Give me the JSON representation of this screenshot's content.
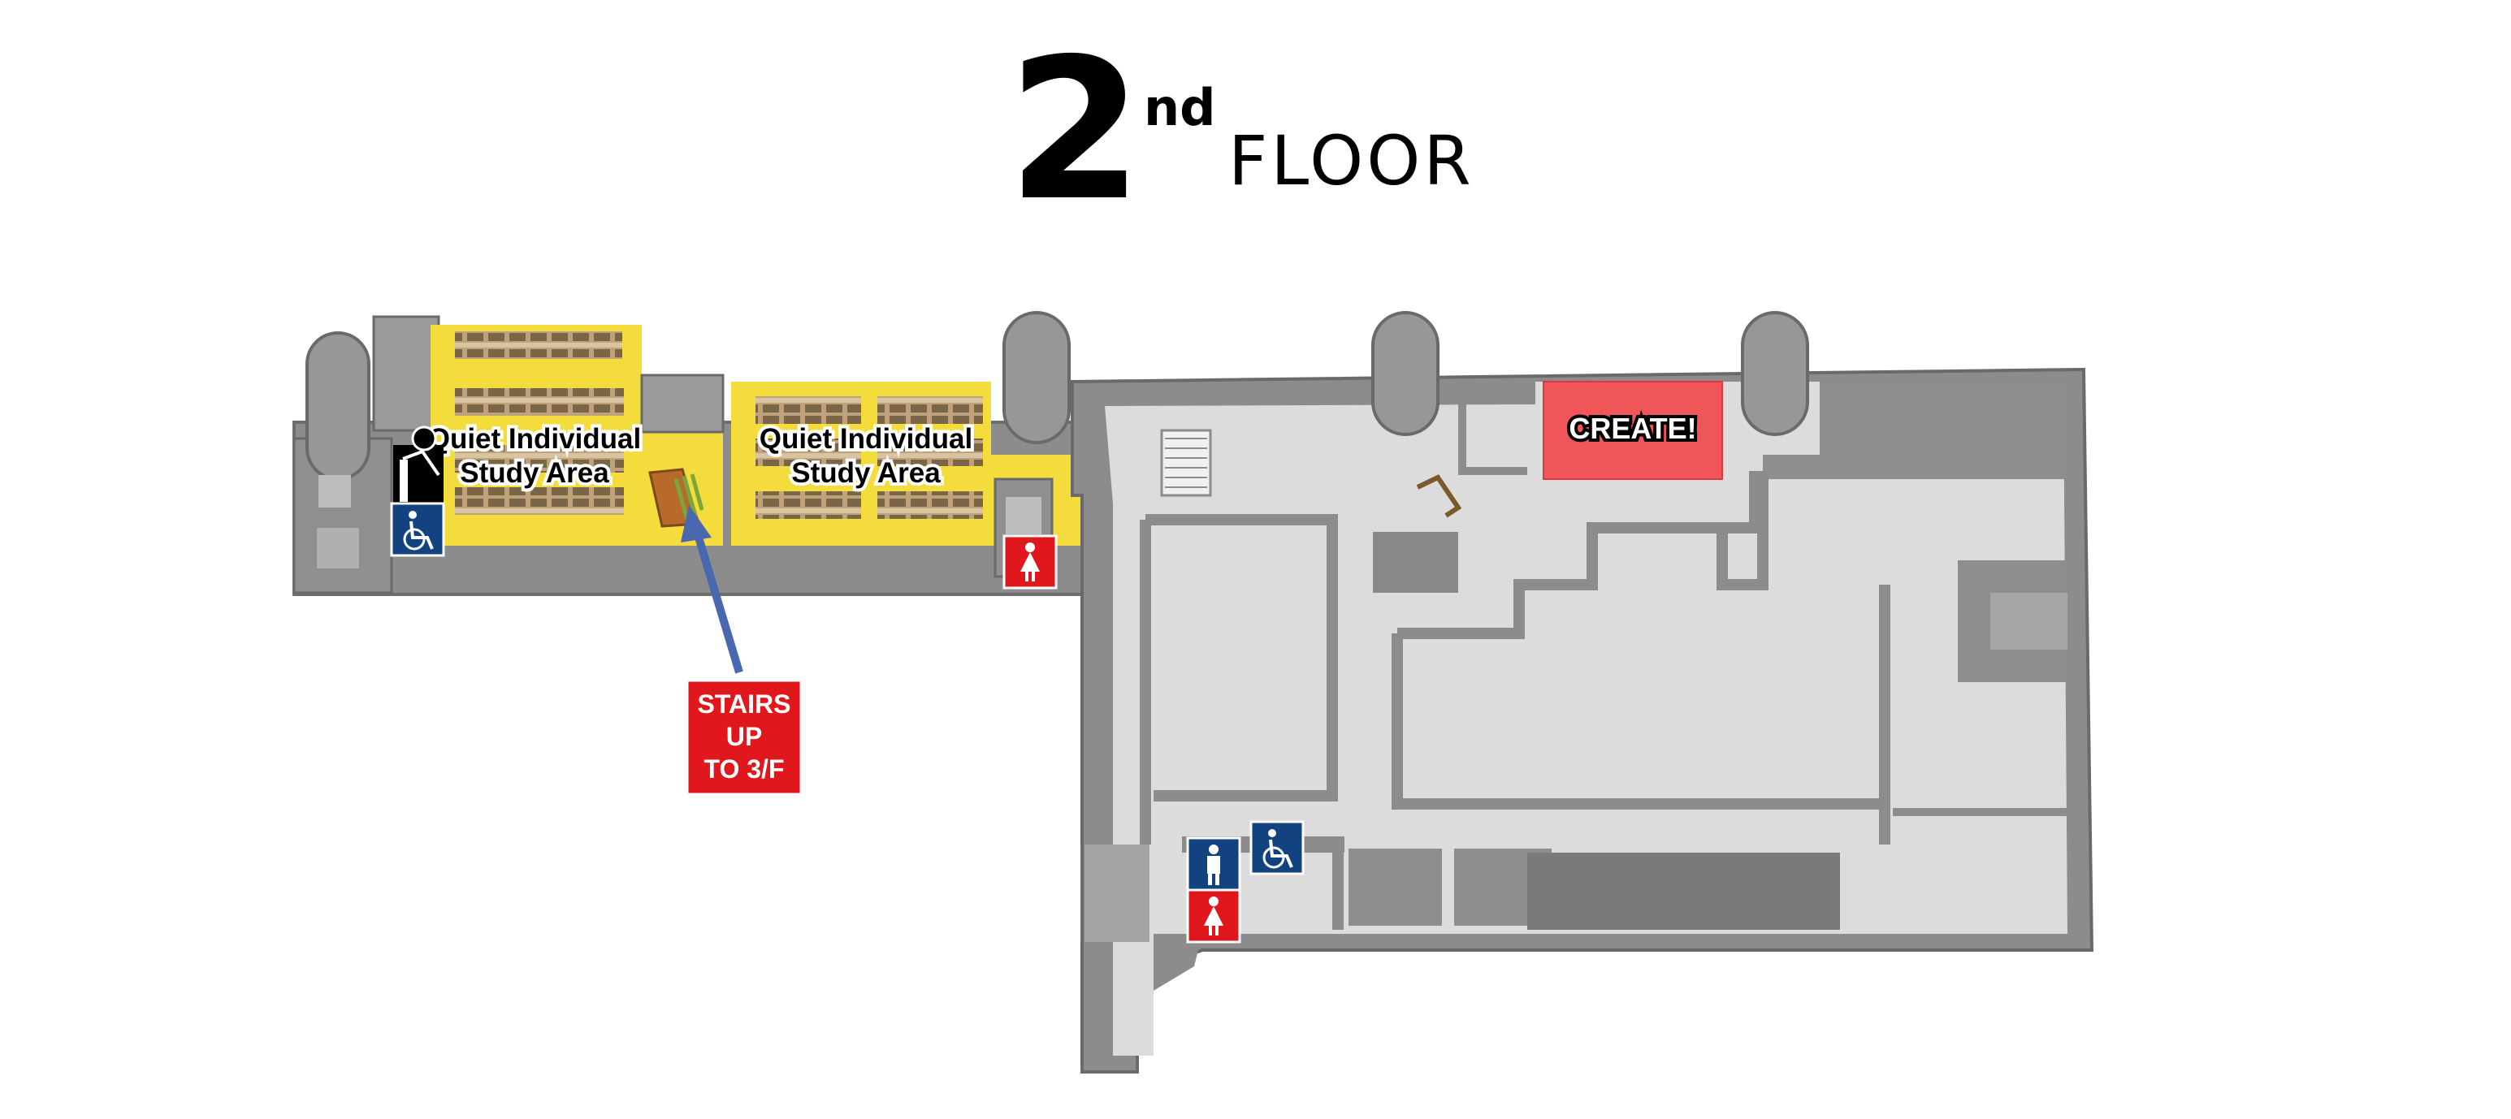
{
  "title": {
    "floor_number": "2",
    "ordinal_suffix": "nd",
    "word": "FLOOR"
  },
  "areas": {
    "quiet_left": {
      "line1": "Quiet Individual",
      "line2": "Study Area"
    },
    "quiet_right": {
      "line1": "Quiet Individual",
      "line2": "Study Area"
    },
    "create": {
      "label": "CREATE!"
    }
  },
  "stairs_callout": {
    "line1": "STAIRS",
    "line2": "UP",
    "line3": "TO 3/F"
  },
  "icons": [
    "accessible-icon",
    "women-restroom-icon",
    "men-restroom-icon",
    "elevator-person-icon",
    "stairs-icon",
    "arrow-icon"
  ],
  "colors": {
    "study_area": "#f3dc3c",
    "create_room": "#f0555a",
    "callout_red": "#e1171e",
    "arrow_blue": "#4a68b0",
    "accessible_blue": "#12427f",
    "women_red": "#e1171e",
    "men_blue": "#12427f",
    "wall_gray": "#8c8c8c",
    "floor_gray": "#dcdcdc",
    "desk_brown": "#a08c6c"
  }
}
